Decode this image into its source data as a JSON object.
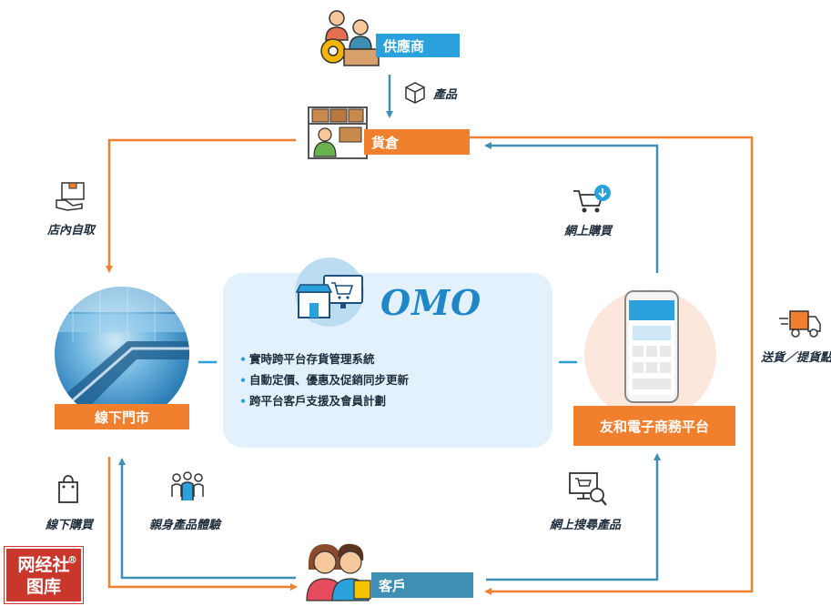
{
  "nodes": {
    "supplier": "供應商",
    "warehouse": "貨倉",
    "offline_store": "線下門市",
    "ecommerce": "友和電子商務平台",
    "customer": "客戶"
  },
  "edges": {
    "products": "產品",
    "in_store_pickup": "店內自取",
    "online_purchase": "網上購買",
    "delivery_pickup": "送貨／提貨點",
    "offline_purchase": "線下購買",
    "in_person_experience": "親身產品體驗",
    "online_search": "網上搜尋產品"
  },
  "omo": {
    "title": "OMO",
    "bullets": [
      "實時跨平台存貨管理系統",
      "自動定價、優惠及促銷同步更新",
      "跨平台客戶支援及會員計劃"
    ]
  },
  "watermark": {
    "line1": "网经社",
    "line2": "图库",
    "mark": "®"
  },
  "colors": {
    "orange": "#f0802e",
    "blue": "#2aa0dc",
    "steel": "#3f8fb5",
    "panel": "#e2f1fb"
  }
}
